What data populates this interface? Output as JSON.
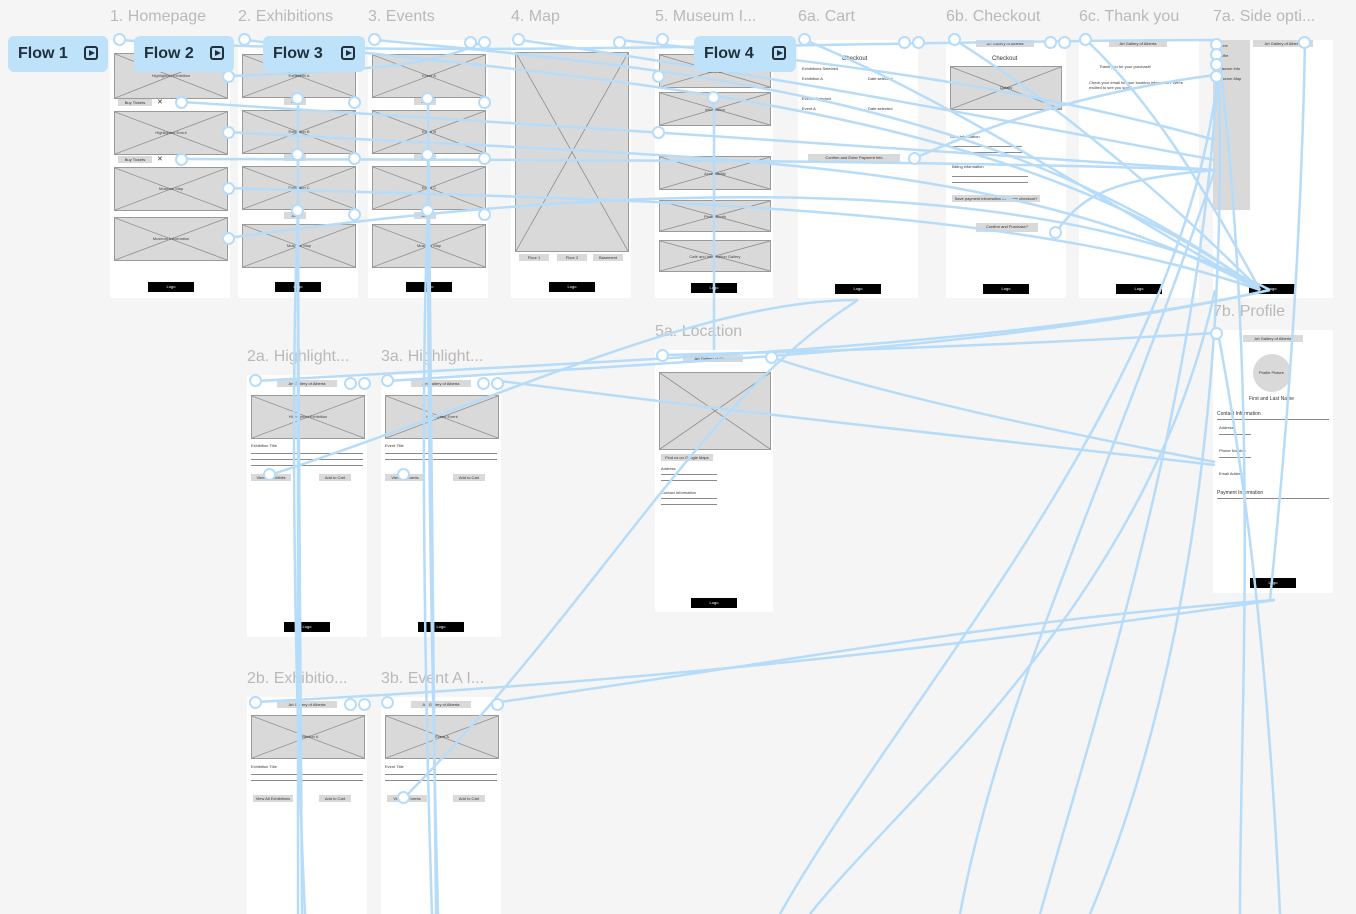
{
  "flows": [
    "Flow 1",
    "Flow 2",
    "Flow 3",
    "Flow 4"
  ],
  "frames": {
    "homepage": {
      "title": "1. Homepage",
      "blocks": [
        "Highlighted Exhibition",
        "Highlighted Event",
        "Museum Map",
        "Museum Information"
      ],
      "buy_tickets": "Buy Tickets",
      "logo": "Logo"
    },
    "exhibitions": {
      "title": "2. Exhibitions",
      "blocks": [
        "Exhibition A",
        "Exhibition B",
        "Exhibition C",
        "Museum Map"
      ],
      "add": "Add",
      "logo": "Logo"
    },
    "events": {
      "title": "3. Events",
      "blocks": [
        "Event A",
        "Event B",
        "Event C",
        "Museum Map"
      ],
      "add": "Add",
      "logo": "Logo"
    },
    "map": {
      "title": "4. Map",
      "floors": [
        "Floor 1",
        "Floor 2",
        "Basement"
      ],
      "logo": "Logo"
    },
    "museum_info": {
      "title": "5. Museum I...",
      "blocks": [
        "Location",
        "Information",
        "Accessibility",
        "Photo Booth",
        "Café and Information Gallery"
      ],
      "logo": "Logo"
    },
    "cart": {
      "title": "6a. Cart",
      "heading": "Checkout",
      "exhibitions_selected": "Exhibitions Selected",
      "exhibition_a": "Exhibition A",
      "date_selected": "Date selected",
      "events_selected": "Events Selected",
      "event_a": "Event A",
      "confirm": "Confirm and Enter Payment Info",
      "logo": "Logo"
    },
    "checkout": {
      "title": "6b. Checkout",
      "heading": "Checkout",
      "header": "Art Gallery of Alberta",
      "details": "Details",
      "card_information": "Card information",
      "billing_information": "Billing information",
      "save_payment": "Save payment information for faster checkout?",
      "confirm_purchase": "Confirm and Purchase?",
      "logo": "Logo"
    },
    "thank_you": {
      "title": "6c. Thank you",
      "header": "Art Gallery of Alberta",
      "message_1": "Thank you for your purchase!",
      "message_2": "Check your email for your booking information. We're excited to see you soon!",
      "logo": "Logo"
    },
    "side_options": {
      "title": "7a. Side opti...",
      "header": "Art Gallery of Alberta",
      "items": [
        "Home",
        "Profile",
        "Museum Info",
        "Museum Map"
      ],
      "logo": "Logo"
    },
    "profile": {
      "title": "7b. Profile",
      "header": "Art Gallery of Alberta",
      "picture": "Profile Picture",
      "name": "First and Last Name",
      "contact": "Contact Information",
      "address": "Address",
      "phone": "Phone Number",
      "email": "Email Address",
      "payment": "Payment Information",
      "logo": "Logo"
    },
    "location": {
      "title": "5a. Location",
      "header": "Art Gallery of Alberta",
      "google": "Find us on Google Maps",
      "address": "Address",
      "contact": "Contact Information",
      "logo": "Logo"
    },
    "highlight_exhibition": {
      "title": "2a. Highlight...",
      "header": "Art Gallery of Alberta",
      "image": "Highlighted Exhibition",
      "exhibition_title": "Exhibition Title",
      "view_all": "View All Exhibits",
      "add_to_cart": "Add to Cart",
      "logo": "Logo"
    },
    "highlight_event": {
      "title": "3a. Highlight...",
      "header": "Art Gallery of Alberta",
      "image": "Highlighted Event",
      "event_title": "Event Title",
      "view_all": "View All Events",
      "add_to_cart": "Add to Cart",
      "logo": "Logo"
    },
    "exhibition_a": {
      "title": "2b. Exhibitio...",
      "header": "Art Gallery of Alberta",
      "image": "Exhibition A",
      "exhibition_title": "Exhibition Title",
      "view_all": "View All Exhibitions",
      "add_to_cart": "Add to Cart"
    },
    "event_a": {
      "title": "3b. Event A I...",
      "header": "Art Gallery of Alberta",
      "image": "Event A",
      "event_title": "Event Title",
      "view_all": "View All Events",
      "add_to_cart": "Add to Cart"
    }
  },
  "colors": {
    "canvas": "#f5f5f5",
    "wire": "#b6dcf9",
    "flow_badge": "#bfe2fb",
    "placeholder": "#d9d9d9"
  }
}
